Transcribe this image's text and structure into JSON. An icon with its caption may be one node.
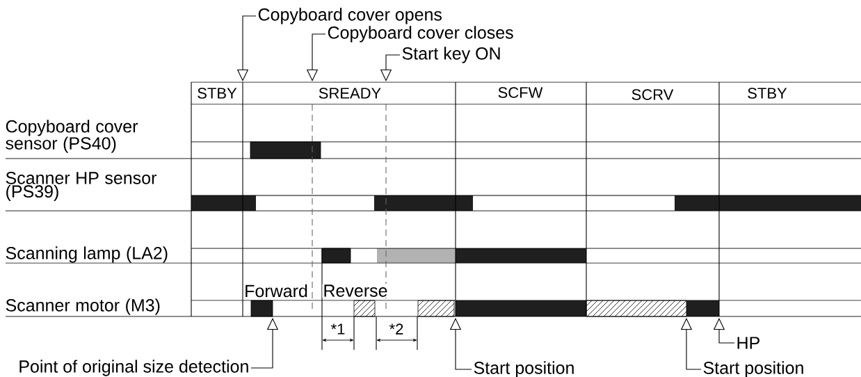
{
  "diagram": {
    "nodes": [
      {
        "text": [
          "Copyboard cover opens"
        ]
      },
      {
        "text": [
          "Copyboard cover closes"
        ]
      },
      {
        "text": [
          "Start key ON"
        ]
      },
      {
        "text": [
          "Point of original size detection"
        ]
      },
      {
        "text": [
          "Start position"
        ]
      },
      {
        "text": [
          "Start position"
        ]
      },
      {
        "text": [
          "HP"
        ]
      }
    ],
    "edges": [
      {
        "from": 0,
        "to": null,
        "arrow": "to"
      },
      {
        "from": 1,
        "to": null,
        "arrow": "to"
      },
      {
        "from": 2,
        "to": null,
        "arrow": "to"
      },
      {
        "from": 3,
        "to": null,
        "arrow": "to"
      },
      {
        "from": 4,
        "to": null,
        "arrow": "to"
      },
      {
        "from": 5,
        "to": null,
        "arrow": "to"
      },
      {
        "from": 6,
        "to": null,
        "arrow": "to"
      }
    ],
    "labels": [
      "STBY",
      "SREADY",
      "SCFW",
      "SCRV",
      "STBY",
      "Copyboard cover sensor (PS40)",
      "Scanner HP sensor (PS39)",
      "Scanning lamp (LA2)",
      "Forward",
      "Reverse",
      "Scanner motor (M3)",
      "*1",
      "*2"
    ]
  }
}
